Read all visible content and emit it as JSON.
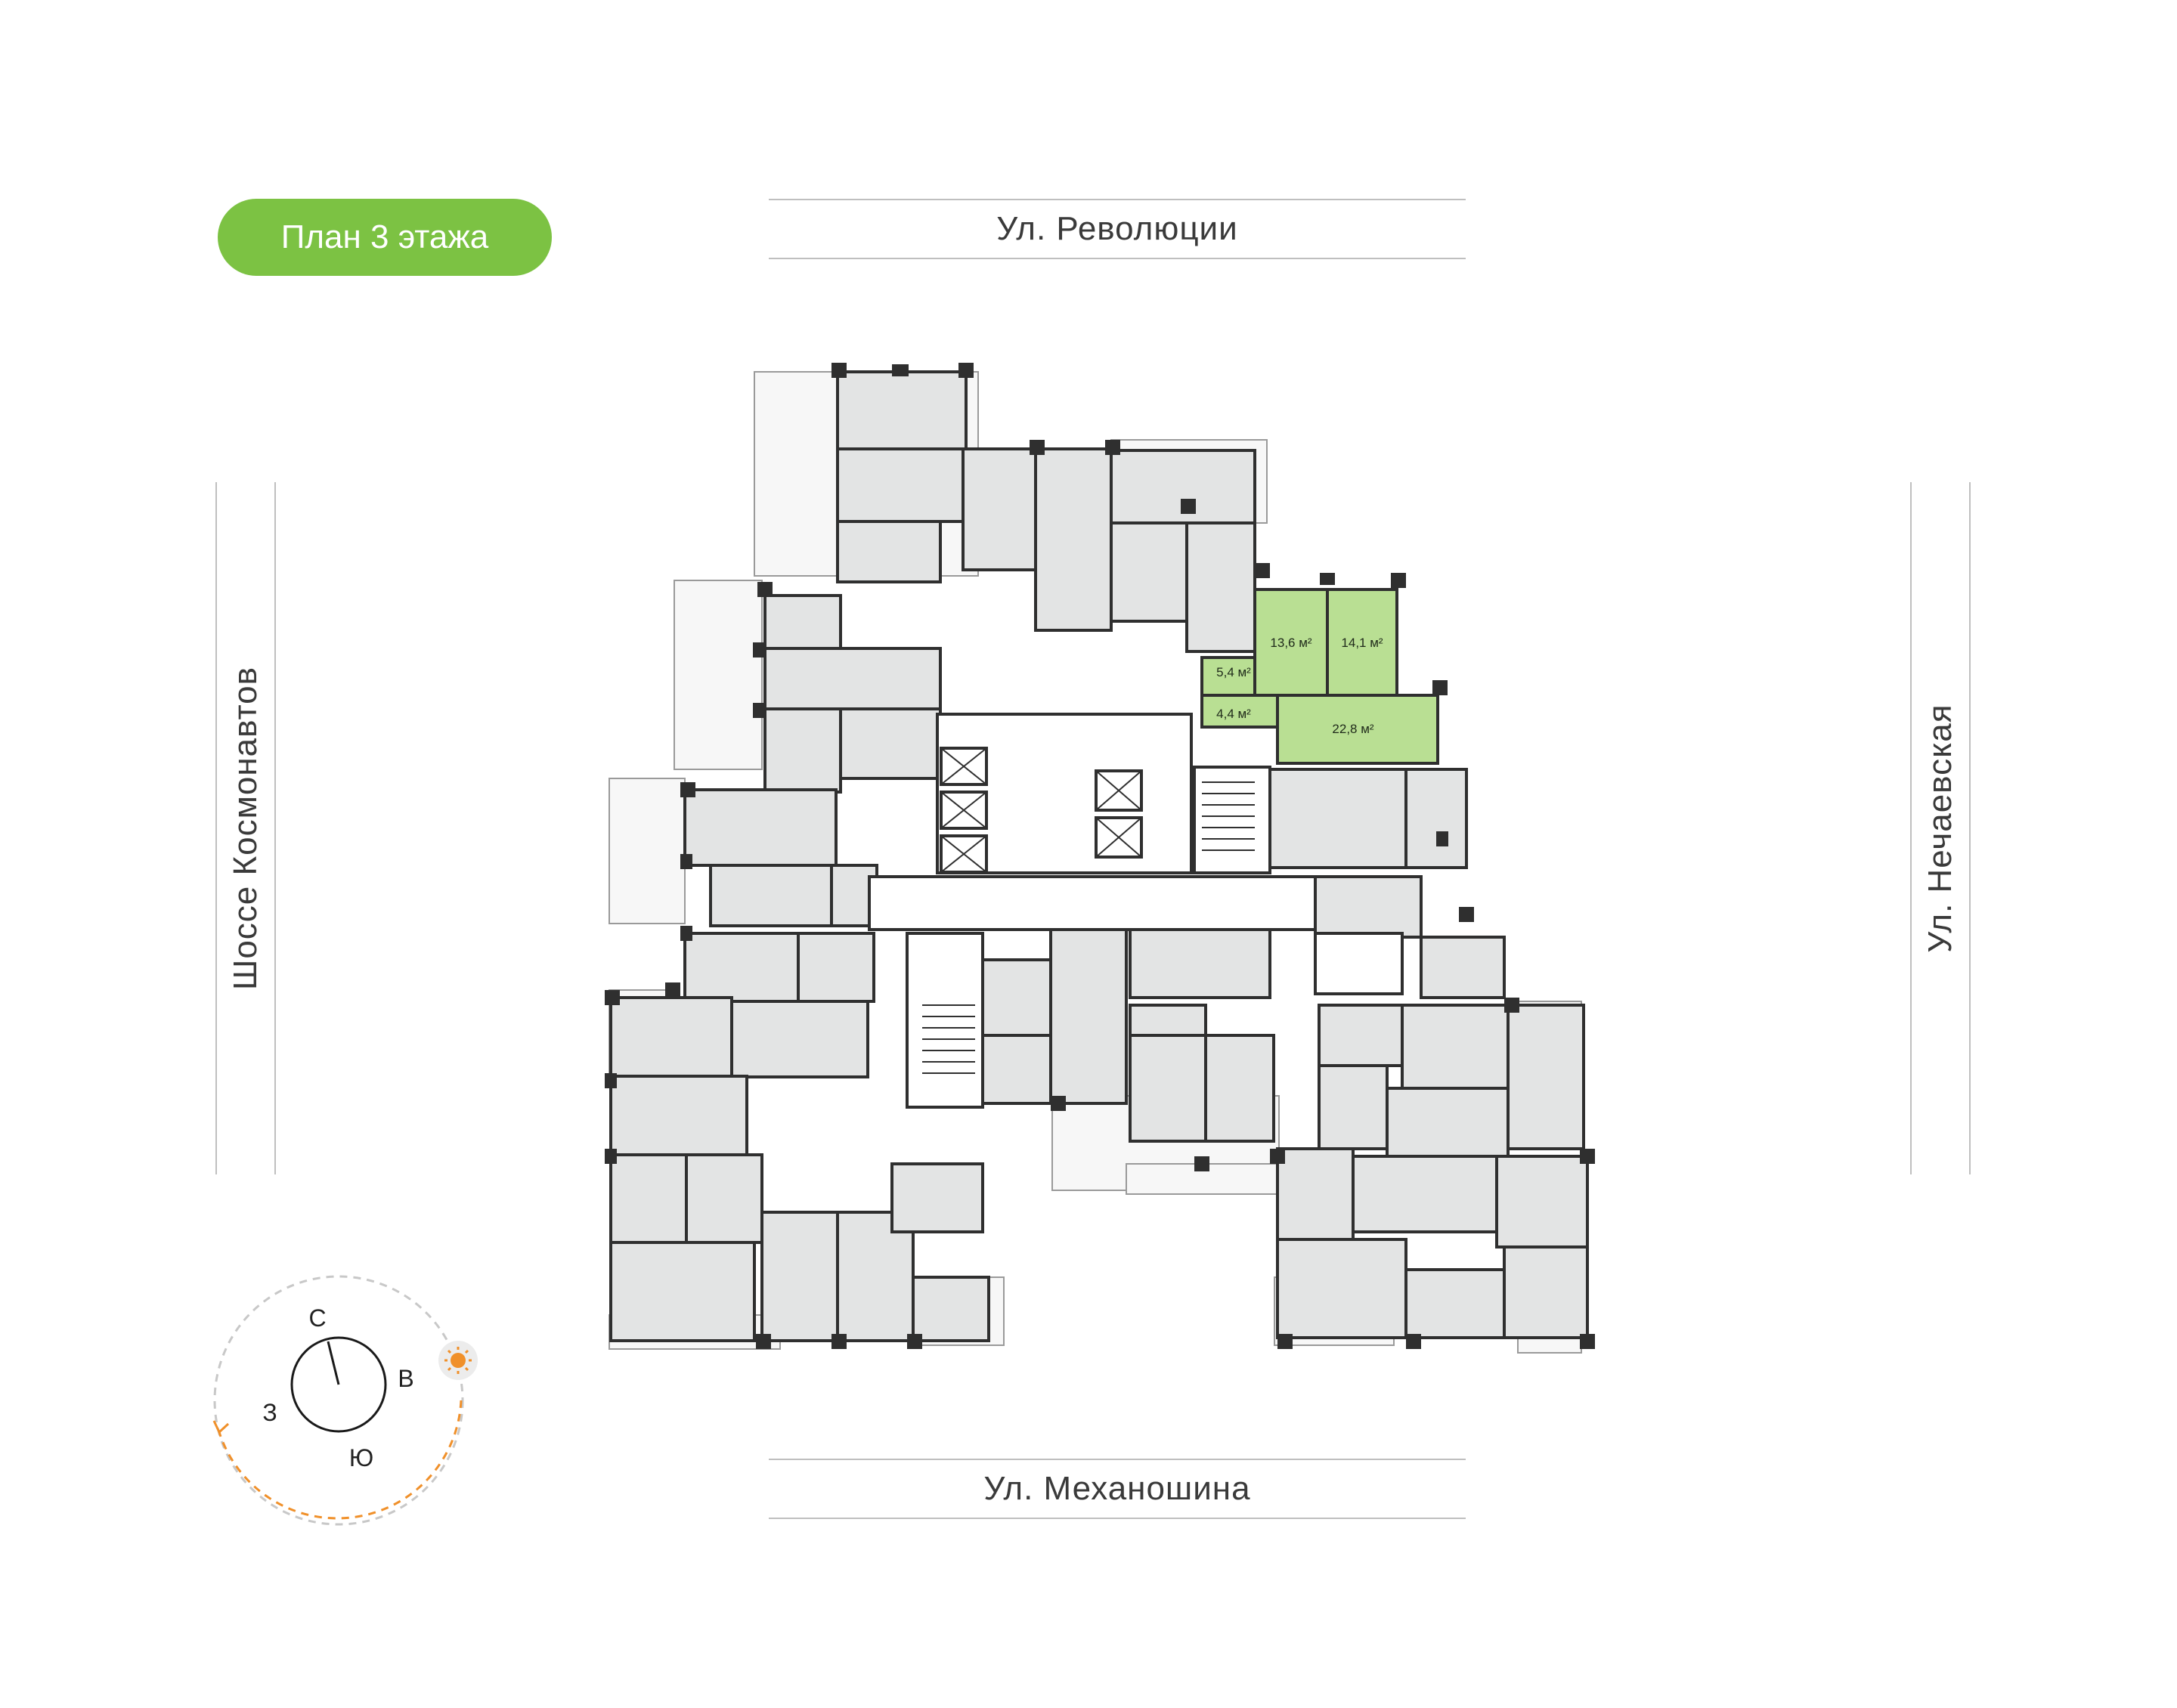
{
  "header": {
    "floor_label": "План 3 этажа"
  },
  "streets": {
    "top": "Ул. Революции",
    "bottom": "Ул. Механошина",
    "left": "Шоссе Космонавтов",
    "right": "Ул. Нечаевская"
  },
  "highlighted_unit": {
    "rooms": [
      {
        "name": "room-1",
        "area": "13,6 м²"
      },
      {
        "name": "room-2",
        "area": "14,1 м²"
      },
      {
        "name": "bathroom",
        "area": "5,4 м²"
      },
      {
        "name": "hallway",
        "area": "4,4 м²"
      },
      {
        "name": "living-kitchen",
        "area": "22,8 м²"
      }
    ]
  },
  "compass": {
    "north": "С",
    "east": "В",
    "south": "Ю",
    "west": "З",
    "sun_icon": "sun-icon"
  },
  "colors": {
    "accent_green": "#7cc243",
    "highlight_fill": "#b9df93",
    "room_fill": "#e3e4e4",
    "wall": "#2f2f2f",
    "sun_path": "#f0902a"
  }
}
